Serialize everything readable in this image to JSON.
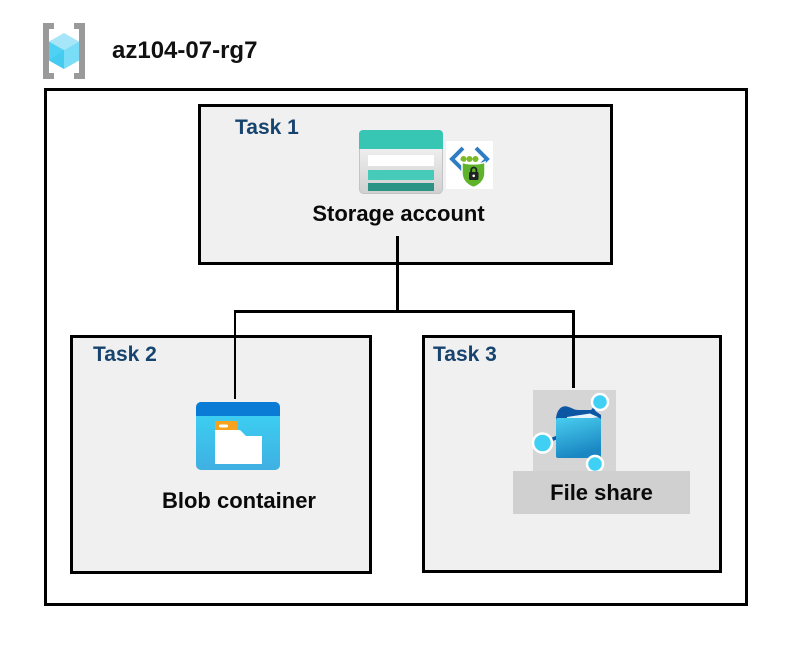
{
  "title": {
    "resource_group": "az104-07-rg7"
  },
  "boxes": {
    "task1": {
      "label": "Task 1",
      "resource": "Storage account"
    },
    "task2": {
      "label": "Task 2",
      "resource": "Blob container"
    },
    "task3": {
      "label": "Task 3",
      "resource": "File share"
    }
  },
  "connections": [
    {
      "from": "Storage account",
      "to": "Blob container"
    },
    {
      "from": "Storage account",
      "to": "File share"
    }
  ],
  "icons": {
    "header": "resource-group-icon",
    "task1": [
      "storage-account-icon",
      "shared-access-signature-icon"
    ],
    "task2": [
      "blob-container-icon"
    ],
    "task3": [
      "file-share-icon"
    ]
  },
  "colors": {
    "task_label_navy": "#17436F",
    "box_fill_gray": "#F0F0F0",
    "border_black": "#000000",
    "storage_teal": "#37C6B4",
    "storage_teal_mid": "#47CBB9",
    "storage_teal_dark": "#2A9386",
    "blob_bar_blue": "#0A7CD6",
    "blob_cyan": "#3CD5F5",
    "blob_tab_orange": "#F6A21E",
    "file_flap_navy": "#0B57A4",
    "file_node_cyan": "#3FD0F4",
    "sas_chevron_blue": "#2E7DC2",
    "sas_green": "#5FB32A",
    "rg_bracket_gray": "#9A9A9A",
    "rg_cube_cyan": "#4FD1F4",
    "icon_chip_gray": "#D5D5D5",
    "label_chip_gray": "#D0D0D0"
  }
}
